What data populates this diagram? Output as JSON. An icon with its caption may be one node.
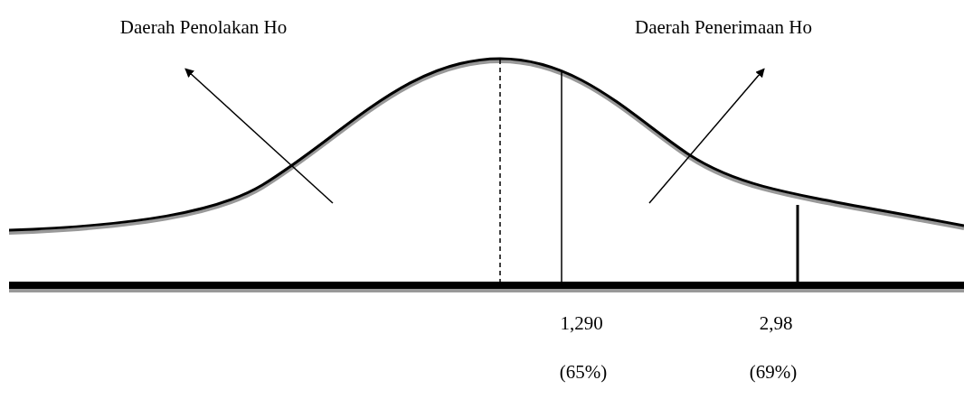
{
  "diagram": {
    "nodes": [
      {
        "text": [
          "Daerah Penolakan Ho"
        ]
      },
      {
        "text": [
          "Daerah Penerimaan Ho"
        ]
      }
    ],
    "edges": [
      {
        "from": null,
        "to": 0,
        "arrow": "to"
      },
      {
        "from": null,
        "to": 1,
        "arrow": "to"
      }
    ],
    "labels": [
      "1,290",
      "2,98",
      "(65%)",
      "(69%)"
    ]
  }
}
